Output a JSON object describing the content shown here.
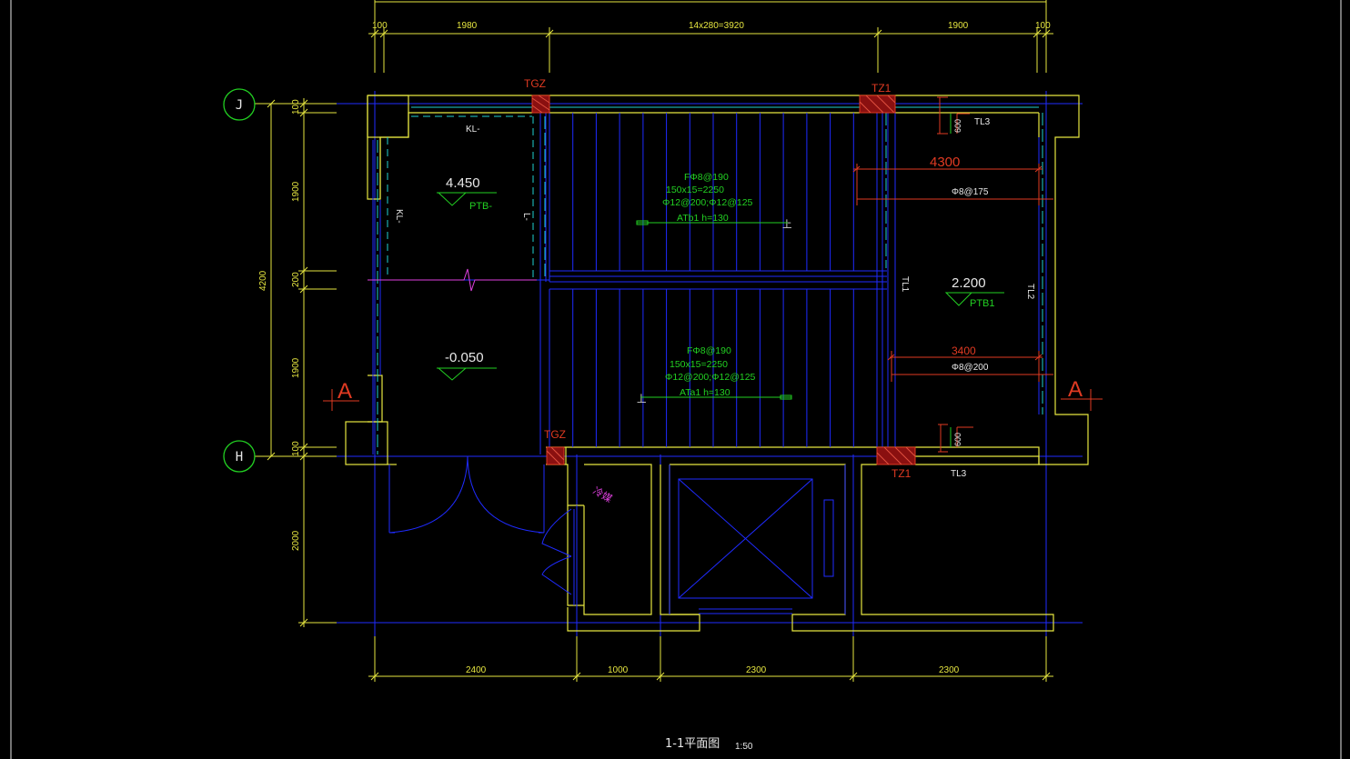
{
  "drawing": {
    "title": "1-1平面图",
    "scale": "1:50",
    "colors": {
      "background": "#000000",
      "wall": "#e6e640",
      "grid": "#1f2bff",
      "dimension": "#e6e640",
      "annotation": "#22d022",
      "rebar_dim": "#e03a22",
      "column": "#c02020",
      "cyan": "#20d0d0",
      "magenta": "#e040e0"
    }
  },
  "axes": {
    "j": "J",
    "h": "H"
  },
  "section_marks": {
    "left": "A",
    "right": "A"
  },
  "top_dims": {
    "d1": "100",
    "d2": "1980",
    "d3": "14x280=3920",
    "d4": "1900",
    "d5": "100"
  },
  "left_dims": {
    "total": "4200",
    "d1": "100",
    "d2": "1900",
    "d3": "200",
    "d4": "1900",
    "d5": "100",
    "d6": "2000"
  },
  "bottom_dims": {
    "d1": "2400",
    "d2": "1000",
    "d3": "2300",
    "d4": "2300"
  },
  "columns": {
    "tgz_top": "TGZ",
    "tz1_top": "TZ1",
    "tgz_bottom": "TGZ",
    "tz1_bottom": "TZ1"
  },
  "beams": {
    "kl_top": "KL-",
    "kl_left": "KL-",
    "l_mid": "L-",
    "tl1": "TL1",
    "tl2": "TL2",
    "tl3_top": "TL3",
    "tl3_bottom": "TL3",
    "tl3_top_dim": "600",
    "tl3_bottom_dim": "600"
  },
  "elevations": {
    "upper_left": "4.450",
    "upper_left_slab": "PTB-",
    "lower_left": "-0.050",
    "right": "2.200",
    "right_slab": "PTB1"
  },
  "stair_upper": {
    "line1": "FΦ8@190",
    "line2": "150x15=2250",
    "line3": "Φ12@200;Φ12@125",
    "line4": "ATb1 h=130",
    "direction": "上"
  },
  "stair_lower": {
    "line1": "FΦ8@190",
    "line2": "150x15=2250",
    "line3": "Φ12@200;Φ12@125",
    "line4": "ATa1 h=130",
    "direction": "上"
  },
  "landing": {
    "span_upper": "4300",
    "rebar_upper": "Φ8@175",
    "span_lower": "3400",
    "rebar_lower": "Φ8@200"
  },
  "rooms": {
    "shaft_label": "冷媒"
  }
}
